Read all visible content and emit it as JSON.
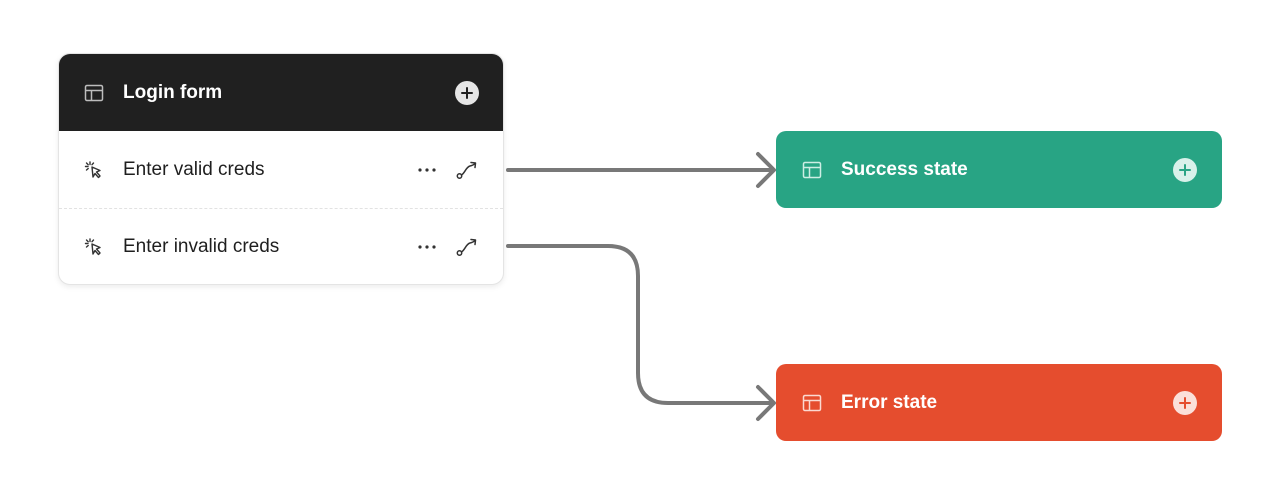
{
  "login_form": {
    "title": "Login form",
    "actions": [
      {
        "label": "Enter valid creds"
      },
      {
        "label": "Enter invalid creds"
      }
    ]
  },
  "states": {
    "success": {
      "title": "Success state",
      "color": "#28a484"
    },
    "error": {
      "title": "Error state",
      "color": "#e54d2e"
    }
  },
  "colors": {
    "header_bg": "#202020",
    "connector": "#787878"
  },
  "icons": {
    "screen": "layout-icon",
    "add": "plus-circle-icon",
    "action": "cursor-click-icon",
    "more": "more-horizontal-icon",
    "connect": "route-icon"
  }
}
